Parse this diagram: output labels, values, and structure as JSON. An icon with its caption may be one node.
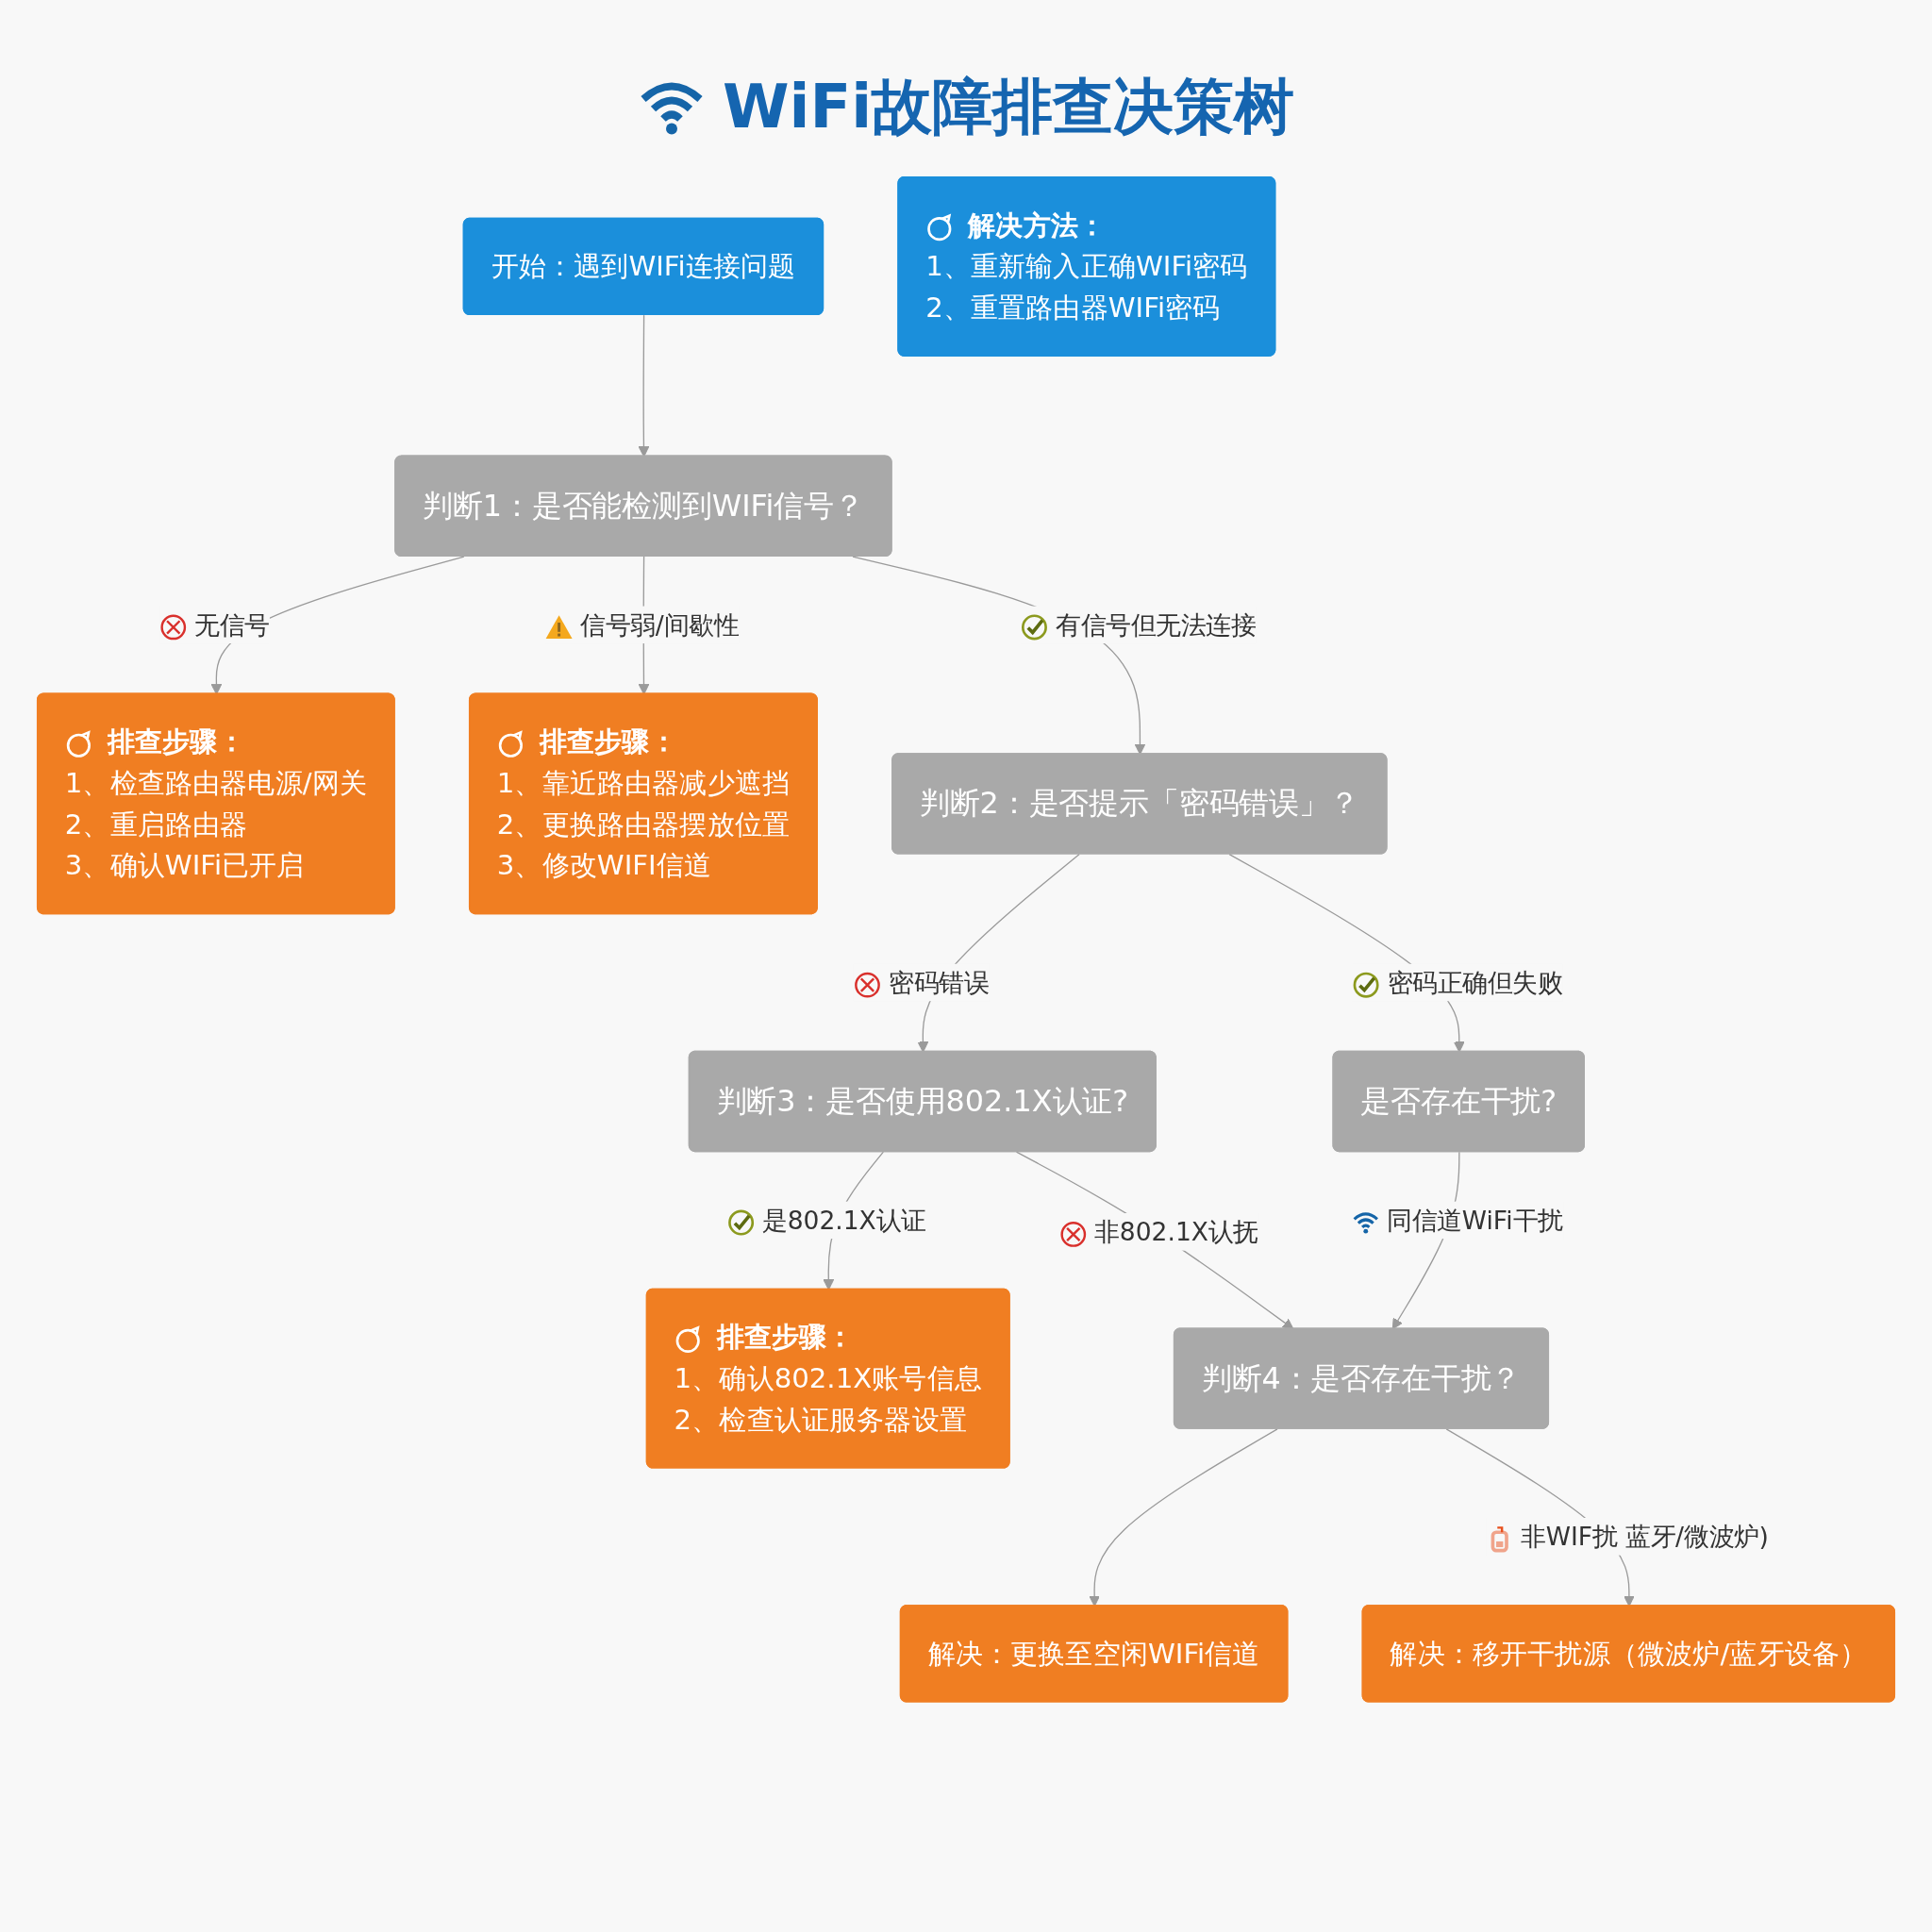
{
  "diagram": {
    "title": "WiFi故障排查决策树",
    "nodes": [
      {
        "text": [
          "开始：遇到WIFi连接问题"
        ]
      },
      {
        "text": [
          "判断1：是否能检测到WIFi信号？"
        ]
      },
      {
        "text": [
          "排查步骤：",
          "1、检查路由器电源/网关",
          "2、重启路由器",
          "3、确认WIFi已开启"
        ]
      },
      {
        "text": [
          "排查步骤：",
          "1、靠近路由器减少遮挡",
          "2、更换路由器摆放位置",
          "3、修改WIFI信道"
        ]
      },
      {
        "text": [
          "判断2：是否提示「密码错误」？"
        ]
      },
      {
        "text": [
          "解决方法：",
          "1、重新输入正确WIFi密码",
          "2、重置路由器WIFi密码"
        ]
      },
      {
        "text": [
          "判断3：是否使用802.1X认证?"
        ]
      },
      {
        "text": [
          "是否存在干扰?"
        ]
      },
      {
        "text": [
          "排查步骤：",
          "1、确认802.1X账号信息",
          "2、检查认证服务器设置"
        ]
      },
      {
        "text": [
          "判断4：是否存在干扰？"
        ]
      },
      {
        "text": [
          "解决：更换至空闲WIFi信道"
        ]
      },
      {
        "text": [
          "解决：移开干扰源（微波炉/蓝牙设备）"
        ]
      }
    ],
    "edges": [
      {
        "from": 0,
        "to": 1,
        "arrow": "to"
      },
      {
        "from": 1,
        "to": 2,
        "arrow": "to",
        "label": "无信号"
      },
      {
        "from": 1,
        "to": 3,
        "arrow": "to",
        "label": "信号弱/间歇性"
      },
      {
        "from": 1,
        "to": 4,
        "arrow": "to",
        "label": "有信号但无法连接"
      },
      {
        "from": 4,
        "to": 6,
        "arrow": "to",
        "label": "密码错误"
      },
      {
        "from": 4,
        "to": 7,
        "arrow": "to",
        "label": "密码正确但失败"
      },
      {
        "from": 6,
        "to": 8,
        "arrow": "to",
        "label": "是802.1X认证"
      },
      {
        "from": 6,
        "to": 9,
        "arrow": "to",
        "label": "非802.1X认抚"
      },
      {
        "from": 7,
        "to": 9,
        "arrow": "to",
        "label": "同信道WiFi干扰"
      },
      {
        "from": 9,
        "to": 10,
        "arrow": "to"
      },
      {
        "from": 9,
        "to": 11,
        "arrow": "to",
        "label": "非WIF扰 蓝牙/微波炉)"
      }
    ]
  }
}
